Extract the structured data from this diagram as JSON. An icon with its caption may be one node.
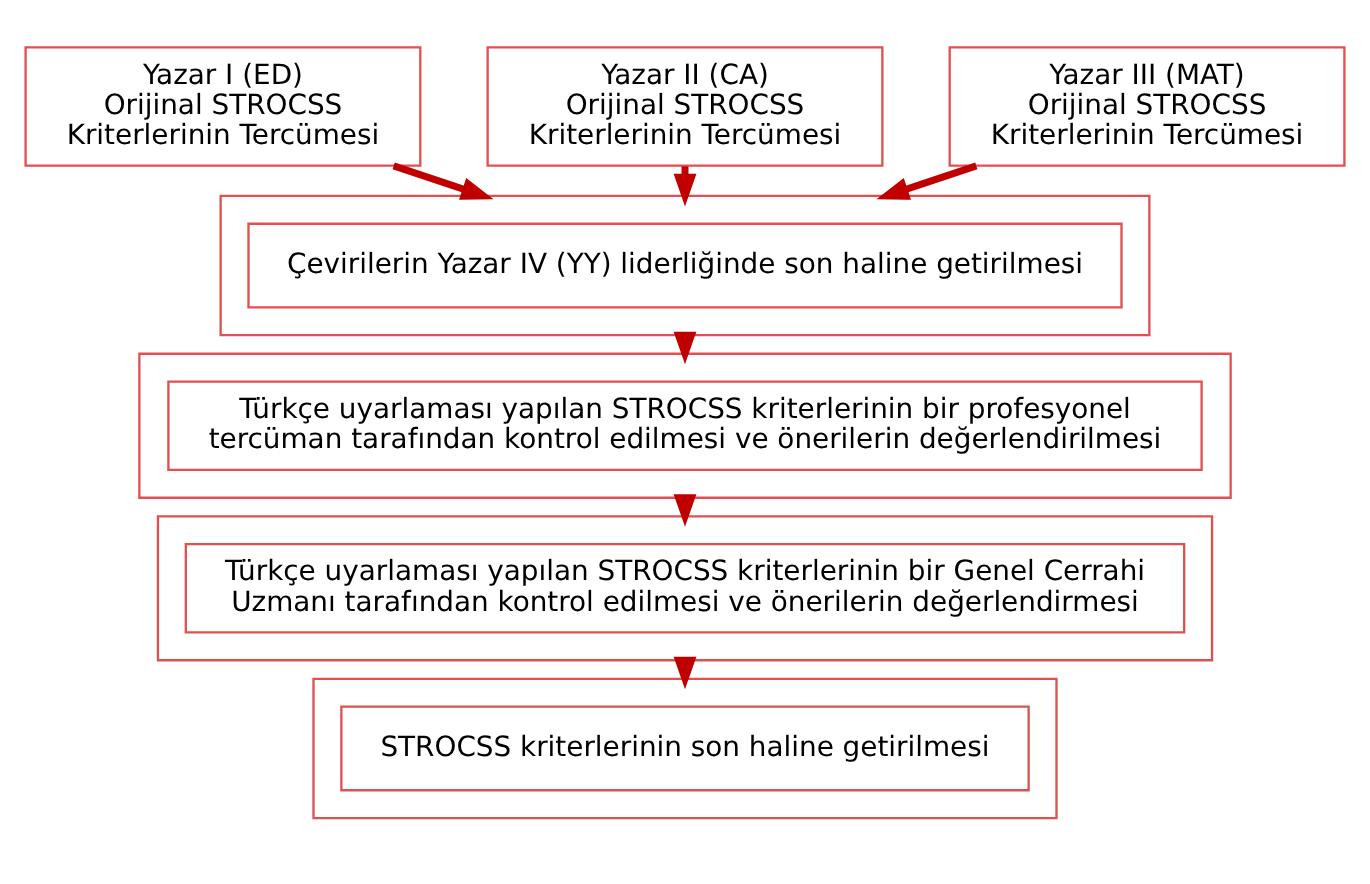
{
  "diagram": {
    "nodes": [
      {
        "text": [
          "Yazar I (ED)",
          "Orijinal STROCSS Kriterlerinin Tercümesi"
        ]
      },
      {
        "text": [
          "Yazar II (CA)",
          "Orijinal STROCSS Kriterlerinin Tercümesi"
        ]
      },
      {
        "text": [
          "Yazar III (MAT)",
          "Orijinal STROCSS Kriterlerinin Tercümesi"
        ]
      },
      {
        "text": [],
        "shape": "box"
      },
      {
        "text": [
          "Çevirilerin Yazar IV (YY) liderliğinde son haline getirilmesi"
        ],
        "in": 3
      },
      {
        "text": [],
        "shape": "box"
      },
      {
        "text": [
          "Türkçe uyarlaması yapılan STROCSS kriterlerinin bir profesyonel tercüman tarafından kontrol edilmesi ve önerilerin değerlendirilmesi"
        ],
        "in": 5
      },
      {
        "text": [],
        "shape": "box"
      },
      {
        "text": [
          "Türkçe uyarlaması yapılan STROCSS kriterlerinin bir Genel Cerrahi Uzmanı tarafından kontrol edilmesi ve önerilerin değerlendirmesi"
        ],
        "in": 7
      },
      {
        "text": [],
        "shape": "box"
      },
      {
        "text": [
          "STROCSS kriterlerinin son haline getirilmesi"
        ],
        "in": 9
      }
    ],
    "edges": [
      {
        "from": 0,
        "to": 3,
        "arrow": "to"
      },
      {
        "from": 1,
        "to": 3,
        "arrow": "to"
      },
      {
        "from": 2,
        "to": 3,
        "arrow": "to"
      },
      {
        "from": 3,
        "to": 5,
        "arrow": "to"
      },
      {
        "from": 5,
        "to": 7,
        "arrow": "to"
      },
      {
        "from": 7,
        "to": 9,
        "arrow": "to"
      }
    ]
  }
}
